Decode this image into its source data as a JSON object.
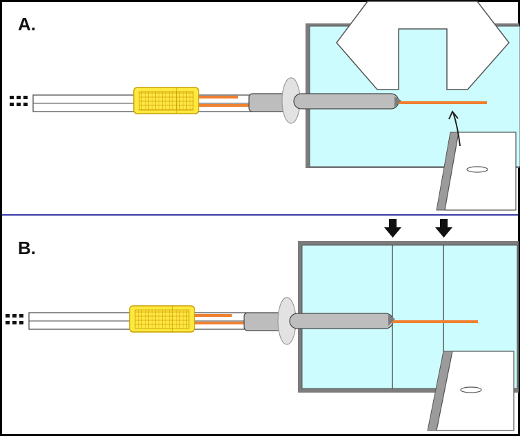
{
  "panels": {
    "a": {
      "label": "A."
    },
    "b": {
      "label": "B."
    }
  },
  "colors": {
    "medium": "#ccfcfd",
    "wire": "#f08030",
    "connector": "#ffe840",
    "tube": "#bdbdbd",
    "divider": "#3a3aa8",
    "outline": "#000000"
  },
  "icons": {
    "cutter": "scissor-blade-shape",
    "razor": "razor-blade-shape",
    "arrow": "arrow-down"
  }
}
